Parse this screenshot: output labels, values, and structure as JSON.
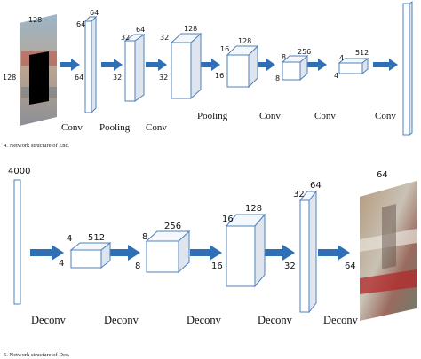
{
  "encoder": {
    "caption": "4. Network structure of Enc.",
    "input_image": {
      "label_width": "128",
      "label_height": "128",
      "description_icon": "masked-street-photo"
    },
    "layers": [
      {
        "width": "64",
        "height": "64",
        "depth": "64"
      },
      {
        "width": "32",
        "height": "32",
        "depth": "64"
      },
      {
        "width": "32",
        "height": "32",
        "depth": "128"
      },
      {
        "width": "16",
        "height": "16",
        "depth": "128"
      },
      {
        "width": "8",
        "height": "8",
        "depth": "256"
      },
      {
        "width": "4",
        "height": "4",
        "depth": "512"
      }
    ],
    "operations": [
      "Conv",
      "Pooling",
      "Conv",
      "Pooling",
      "Conv",
      "Conv",
      "Conv"
    ]
  },
  "decoder": {
    "caption": "5. Network structure of Dec.",
    "input_label": "4000",
    "layers": [
      {
        "width": "4",
        "height": "4",
        "depth": "512"
      },
      {
        "width": "8",
        "height": "8",
        "depth": "256"
      },
      {
        "width": "16",
        "height": "16",
        "depth": "128"
      },
      {
        "width": "32",
        "height": "32",
        "depth": "64"
      }
    ],
    "output_image": {
      "label": "64",
      "height_label": "64",
      "description_icon": "reconstructed-street-photo"
    },
    "operations": [
      "Deconv",
      "Deconv",
      "Deconv",
      "Deconv",
      "Deconv"
    ]
  },
  "colors": {
    "arrow": "#2f6fb5",
    "box_edge": "#4f81bd",
    "box_side": "#dfe5ee"
  }
}
